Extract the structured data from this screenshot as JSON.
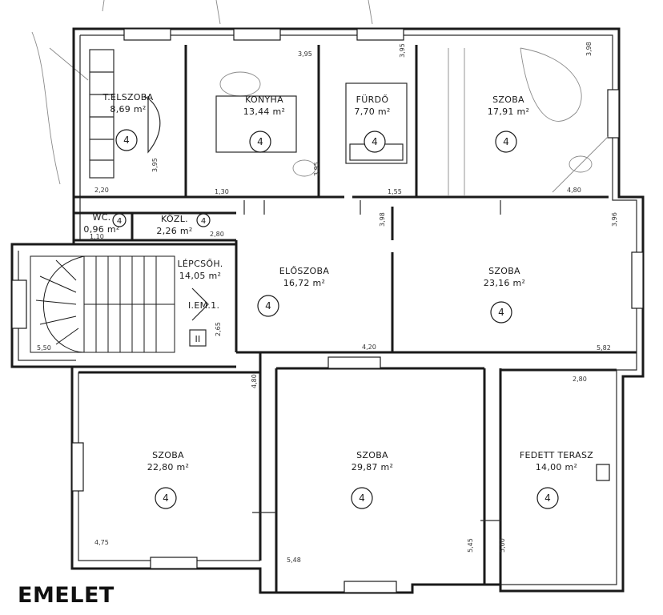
{
  "floor_label": "EMELET",
  "rooms": [
    {
      "name": "T.ELSZOBA",
      "area": "8,69 m²",
      "mark": "4"
    },
    {
      "name": "KONYHA",
      "area": "13,44 m²",
      "mark": "4"
    },
    {
      "name": "FÜRDŐ",
      "area": "7,70 m²",
      "mark": "4"
    },
    {
      "name": "SZOBA",
      "area": "17,91 m²",
      "mark": "4"
    },
    {
      "name": "WC.",
      "area": "0,96 m²",
      "mark": "4"
    },
    {
      "name": "KÖZL.",
      "area": "2,26 m²",
      "mark": "4"
    },
    {
      "name": "LÉPCSŐH.",
      "area": "14,05 m²",
      "mark": ""
    },
    {
      "name": "ELŐSZOBA",
      "area": "16,72 m²",
      "mark": "4"
    },
    {
      "name": "SZOBA",
      "area": "23,16 m²",
      "mark": "4"
    },
    {
      "name": "SZOBA",
      "area": "22,80 m²",
      "mark": "4"
    },
    {
      "name": "SZOBA",
      "area": "29,87 m²",
      "mark": "4"
    },
    {
      "name": "FEDETT TERASZ",
      "area": "14,00 m²",
      "mark": "4"
    }
  ],
  "stair_note": "I.EM.1.",
  "stair_box": "II",
  "dimensions": [
    "3,95",
    "3,95",
    "3,95",
    "3,98",
    "2,20",
    "1,30",
    "3,95",
    "1,55",
    "4,80",
    "2,80",
    "3,98",
    "3,96",
    "1,10",
    "5,50",
    "2,65",
    "4,20",
    "5,82",
    "4,80",
    "2,80",
    "4,75",
    "5,48",
    "5,45",
    "5,00"
  ]
}
